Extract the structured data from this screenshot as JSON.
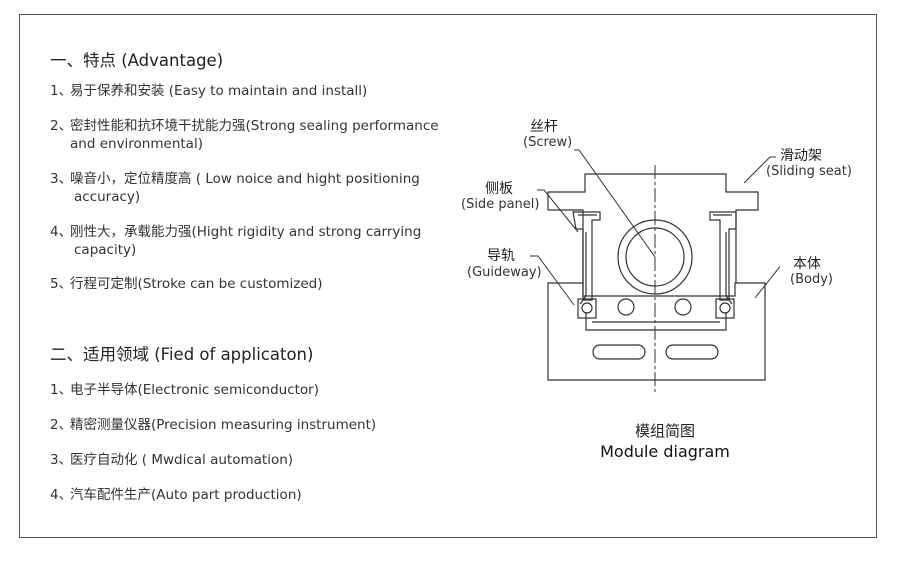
{
  "advantage": {
    "title": "一、特点 (Advantage)",
    "items": [
      {
        "num": "1、",
        "text": "易于保养和安装 (Easy to maintain and install)",
        "cont": ""
      },
      {
        "num": "2、",
        "text": "密封性能和抗环境干扰能力强(Strong sealing performance",
        "cont": "and environmental)"
      },
      {
        "num": "3、",
        "text": "噪音小，定位精度高 ( Low noice and hight positioning",
        "cont": "accuracy)"
      },
      {
        "num": "4、",
        "text": "刚性大，承载能力强(Hight rigidity and strong carrying",
        "cont": "capacity)"
      },
      {
        "num": "5、",
        "text": "行程可定制(Stroke can be customized)",
        "cont": ""
      }
    ]
  },
  "application": {
    "title": "二、适用领域 (Fied of applicaton)",
    "items": [
      {
        "num": "1、",
        "text": "电子半导体(Electronic semiconductor)"
      },
      {
        "num": "2、",
        "text": "精密测量仪器(Precision measuring instrument)"
      },
      {
        "num": "3、",
        "text": "医疗自动化 ( Mwdical automation)"
      },
      {
        "num": "4、",
        "text": "汽车配件生产(Auto part production)"
      }
    ]
  },
  "diagram": {
    "labels": {
      "screw_cn": "丝杆",
      "screw_en": "(Screw)",
      "side_panel_cn": "侧板",
      "side_panel_en": "(Side panel)",
      "guideway_cn": "导轨",
      "guideway_en": "(Guideway)",
      "sliding_seat_cn": "滑动架",
      "sliding_seat_en": "(Sliding seat)",
      "body_cn": "本体",
      "body_en": "(Body)"
    },
    "caption_cn": "模组简图",
    "caption_en": "Module diagram"
  }
}
